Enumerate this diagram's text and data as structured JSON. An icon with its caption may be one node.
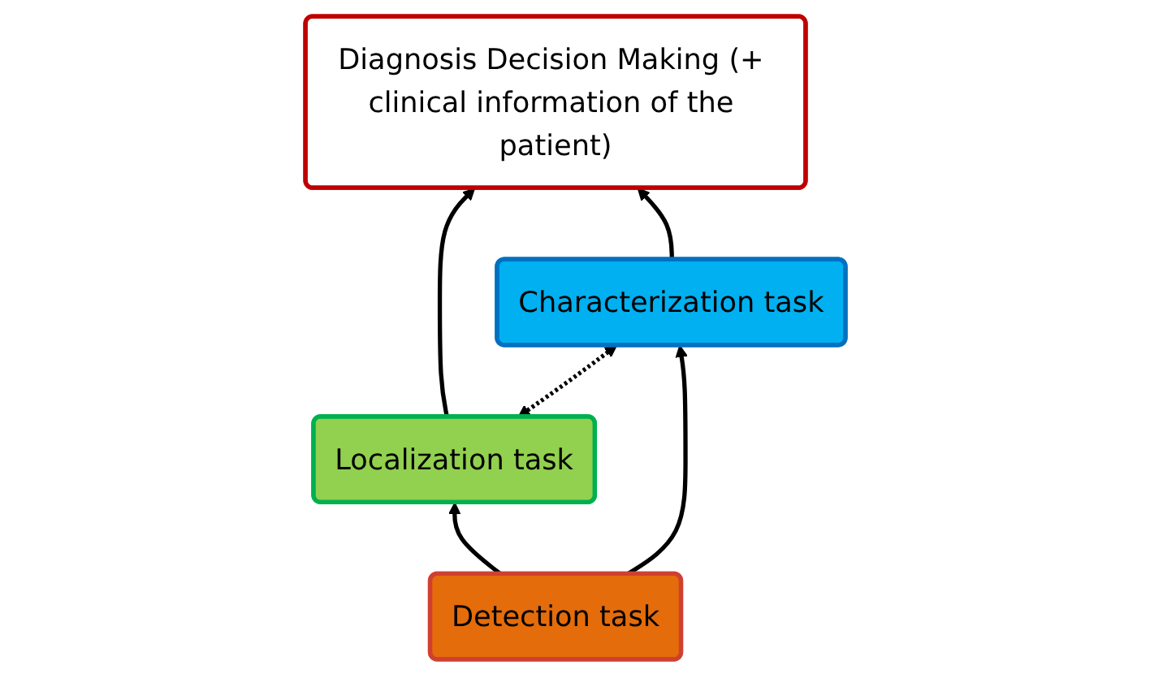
{
  "diagram": {
    "nodes": [
      {
        "text": [
          "Diagnosis Decision Making (+ clinical information of the patient)"
        ]
      },
      {
        "text": [
          "Localization task"
        ]
      },
      {
        "text": [
          "Characterization task"
        ]
      },
      {
        "text": [
          "Detection task"
        ]
      }
    ],
    "edges": [
      {
        "from": 1,
        "to": 0,
        "arrow": "to"
      },
      {
        "from": 2,
        "to": 0,
        "arrow": "to"
      },
      {
        "from": 1,
        "to": 2,
        "arrow": "both",
        "style": "dashed"
      },
      {
        "from": 3,
        "to": 1,
        "arrow": "to"
      },
      {
        "from": 3,
        "to": 2,
        "arrow": "to"
      }
    ]
  }
}
